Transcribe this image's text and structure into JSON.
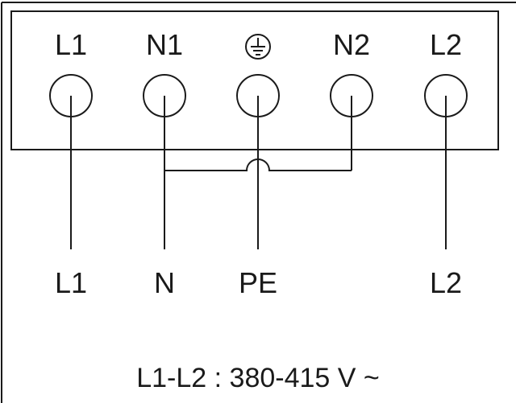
{
  "terminal_block": {
    "terminals": [
      {
        "id": "L1",
        "label": "L1"
      },
      {
        "id": "N1",
        "label": "N1"
      },
      {
        "id": "PE",
        "label": "",
        "icon": "ground-icon"
      },
      {
        "id": "N2",
        "label": "N2"
      },
      {
        "id": "L2",
        "label": "L2"
      }
    ]
  },
  "outputs": {
    "L1": "L1",
    "N": "N",
    "PE": "PE",
    "L2": "L2"
  },
  "voltage_label": "L1-L2 : 380-415 V ~",
  "colors": {
    "line": "#1a1a1a",
    "background": "#ffffff"
  }
}
